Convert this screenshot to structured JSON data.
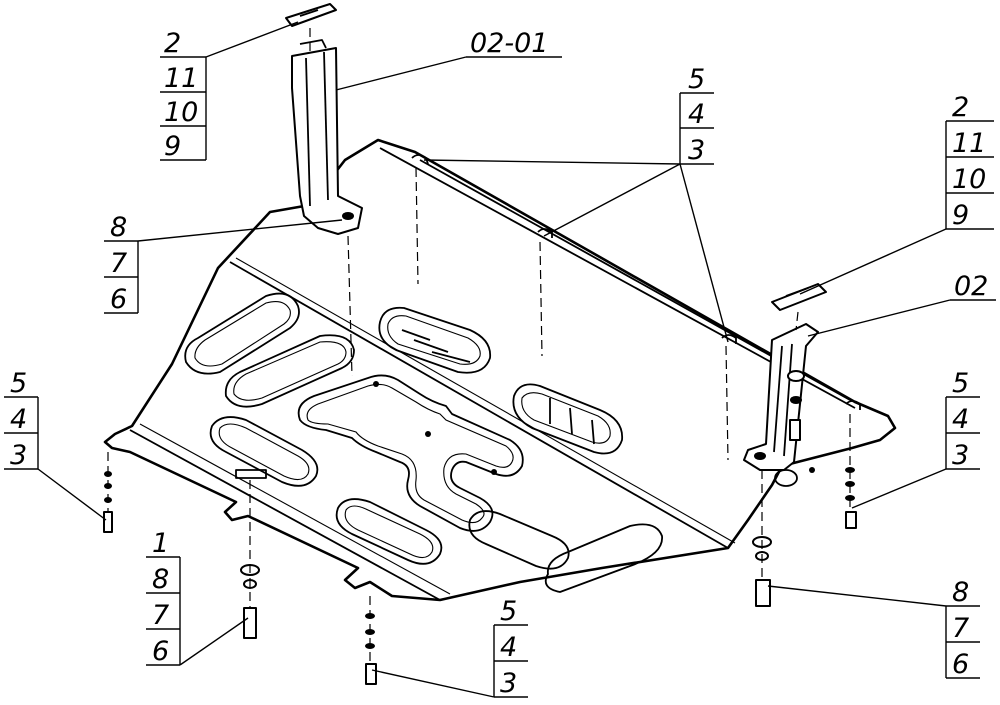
{
  "callouts": {
    "bracket_left_stack": [
      "2",
      "11",
      "10",
      "9"
    ],
    "bracket_left_part": "02-01",
    "slot_top_stack": [
      "5",
      "4",
      "3"
    ],
    "bracket_right_stack": [
      "2",
      "11",
      "10",
      "9"
    ],
    "bracket_right_part": "02",
    "bolt_left_upper_stack": [
      "8",
      "7",
      "6"
    ],
    "fastener_far_left_stack": [
      "5",
      "4",
      "3"
    ],
    "fastener_right_stack": [
      "5",
      "4",
      "3"
    ],
    "bolt_front_left_stack": [
      "1",
      "8",
      "7",
      "6"
    ],
    "fastener_front_center_stack": [
      "5",
      "4",
      "3"
    ],
    "bolt_front_right_stack": [
      "8",
      "7",
      "6"
    ]
  }
}
